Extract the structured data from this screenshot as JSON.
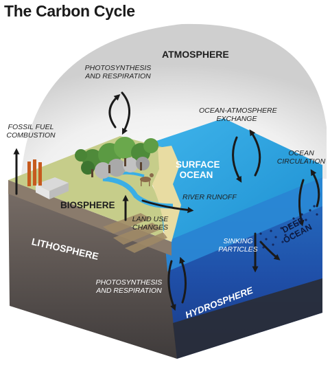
{
  "title": "The Carbon Cycle",
  "spheres": {
    "atmosphere": "ATMOSPHERE",
    "biosphere": "BIOSPHERE",
    "lithosphere": "LITHOSPHERE",
    "hydrosphere": "HYDROSPHERE",
    "surface_ocean": [
      "SURFACE",
      "OCEAN"
    ],
    "deep_ocean": [
      "DEEP",
      "OCEAN"
    ]
  },
  "processes": {
    "photosynthesis_top": [
      "PHOTOSYNTHESIS",
      "AND RESPIRATION"
    ],
    "fossil_fuel": [
      "FOSSIL FUEL",
      "COMBUSTION"
    ],
    "ocean_atmosphere": [
      "OCEAN-ATMOSPHERE",
      "EXCHANGE"
    ],
    "ocean_circulation": [
      "OCEAN",
      "CIRCULATION"
    ],
    "river_runoff": "RIVER RUNOFF",
    "land_use": [
      "LAND USE",
      "CHANGES"
    ],
    "sinking_particles": [
      "SINKING",
      "PARTICLES"
    ],
    "photosynthesis_bottom": [
      "PHOTOSYNTHESIS",
      "AND RESPIRATION"
    ]
  },
  "colors": {
    "sky": "#dcdcdc",
    "land_top": "#c8cf8e",
    "beach": "#e9dfa6",
    "soil_side": "#6e635d",
    "rock_side": "#4b4645",
    "surface_ocean": "#2c9fdc",
    "deep_ocean": "#1f4fa8",
    "arrow": "#1a1a1a"
  }
}
